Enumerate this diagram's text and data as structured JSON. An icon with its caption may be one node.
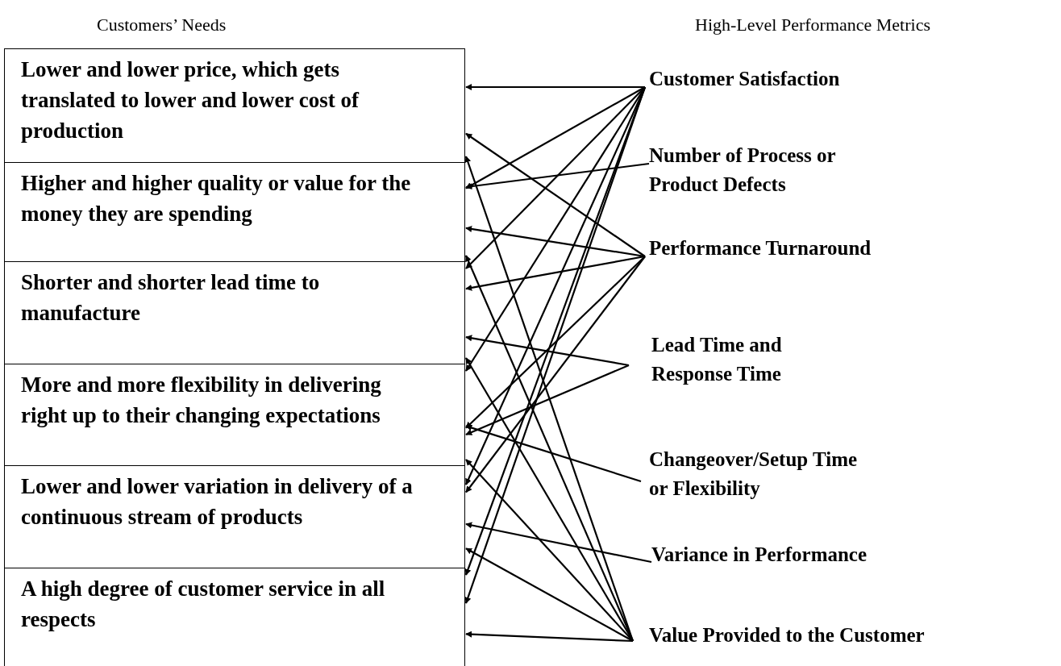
{
  "diagram": {
    "nodes": [
      {
        "text": [
          "Lower and lower price, which gets translated to lower and lower cost of production"
        ]
      },
      {
        "text": [
          "Higher and higher quality or value for the money they are spending"
        ]
      },
      {
        "text": [
          "Shorter and shorter lead time to manufacture"
        ]
      },
      {
        "text": [
          "More and more flexibility in delivering right up to their changing expectations"
        ]
      },
      {
        "text": [
          "Lower and lower variation in delivery of a continuous stream of products"
        ]
      },
      {
        "text": [
          "A high degree of customer service in all respects"
        ]
      },
      {
        "text": [
          "Customer Satisfaction"
        ]
      },
      {
        "text": [
          "Number of Process or Product Defects"
        ]
      },
      {
        "text": [
          "Performance Turnaround"
        ]
      },
      {
        "text": [
          "Lead Time and Response Time"
        ]
      },
      {
        "text": [
          "Changeover/Setup Time or Flexibility"
        ]
      },
      {
        "text": [
          "Variance in Performance"
        ]
      },
      {
        "text": [
          "Value Provided to the Customer"
        ]
      }
    ],
    "edges": [
      {
        "from": 6,
        "to": 0,
        "arrow": "to"
      },
      {
        "from": 6,
        "to": 1,
        "arrow": "to"
      },
      {
        "from": 6,
        "to": 2,
        "arrow": "to"
      },
      {
        "from": 6,
        "to": 3,
        "arrow": "to"
      },
      {
        "from": 6,
        "to": 4,
        "arrow": "to"
      },
      {
        "from": 6,
        "to": 5,
        "arrow": "to"
      },
      {
        "from": 6,
        "to": 5,
        "arrow": "to"
      },
      {
        "from": 7,
        "to": 1,
        "arrow": "to"
      },
      {
        "from": 8,
        "to": 0,
        "arrow": "to"
      },
      {
        "from": 8,
        "to": 1,
        "arrow": "to"
      },
      {
        "from": 8,
        "to": 2,
        "arrow": "to"
      },
      {
        "from": 8,
        "to": 3,
        "arrow": "to"
      },
      {
        "from": 8,
        "to": 4,
        "arrow": "to"
      },
      {
        "from": 9,
        "to": 2,
        "arrow": "to"
      },
      {
        "from": 9,
        "to": 3,
        "arrow": "to"
      },
      {
        "from": 10,
        "to": 3,
        "arrow": "to"
      },
      {
        "from": 11,
        "to": 4,
        "arrow": "to"
      },
      {
        "from": 12,
        "to": 0,
        "arrow": "to"
      },
      {
        "from": 12,
        "to": 1,
        "arrow": "to"
      },
      {
        "from": 12,
        "to": 2,
        "arrow": "to"
      },
      {
        "from": 12,
        "to": 3,
        "arrow": "to"
      },
      {
        "from": 12,
        "to": 4,
        "arrow": "to"
      },
      {
        "from": 12,
        "to": 5,
        "arrow": "to"
      }
    ],
    "labels": [
      "Customers’ Needs",
      "High-Level Performance Metrics"
    ]
  }
}
